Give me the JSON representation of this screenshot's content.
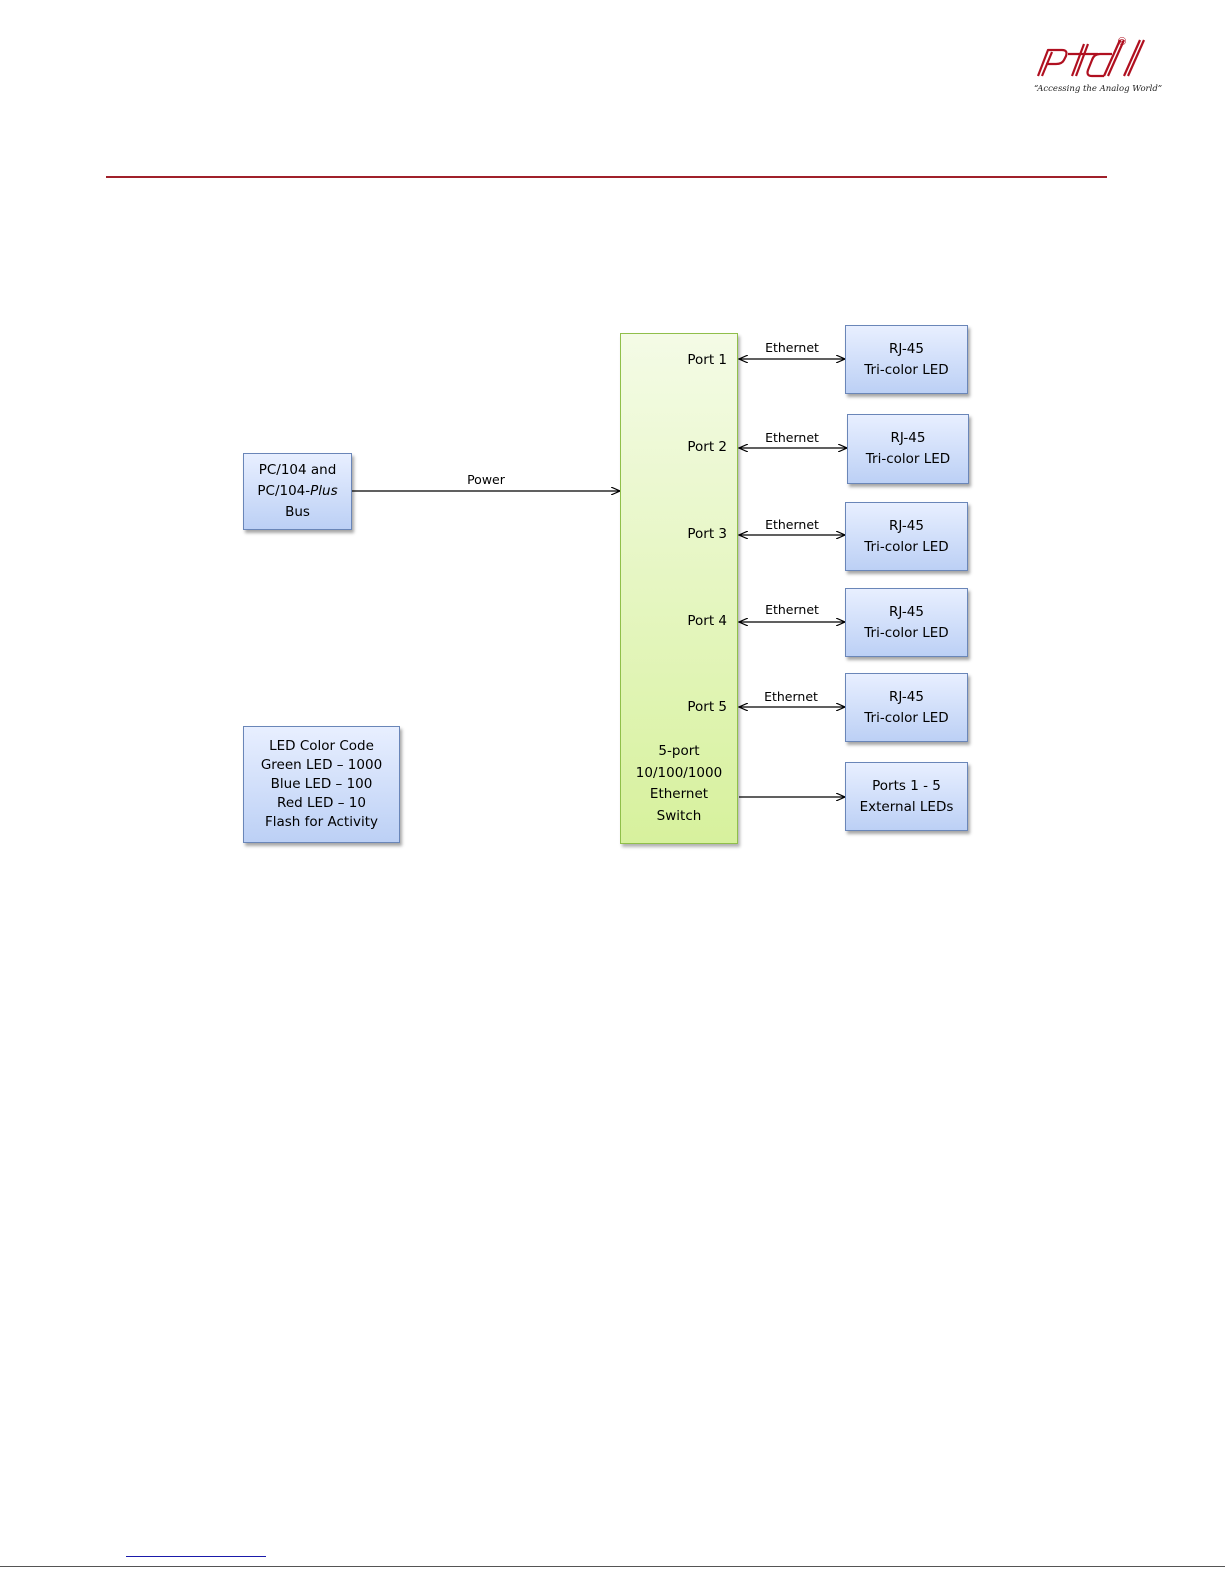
{
  "header": {
    "logo_text": "rtd",
    "registered_mark": "®",
    "tagline": "“Accessing the Analog World”"
  },
  "diagram": {
    "bus_box": {
      "line1": "PC/104 and",
      "line2_prefix": "PC/104-",
      "line2_italic": "Plus",
      "line3": "Bus"
    },
    "power_label": "Power",
    "switch": {
      "ports": [
        "Port 1",
        "Port 2",
        "Port 3",
        "Port 4",
        "Port 5"
      ],
      "name_lines": [
        "5-port",
        "10/100/1000",
        "Ethernet",
        "Switch"
      ]
    },
    "link_label": "Ethernet",
    "rj45_boxes": [
      {
        "line1": "RJ-45",
        "line2": "Tri-color LED"
      },
      {
        "line1": "RJ-45",
        "line2": "Tri-color LED"
      },
      {
        "line1": "RJ-45",
        "line2": "Tri-color LED"
      },
      {
        "line1": "RJ-45",
        "line2": "Tri-color LED"
      },
      {
        "line1": "RJ-45",
        "line2": "Tri-color LED"
      }
    ],
    "external_leds_box": {
      "line1": "Ports 1 - 5",
      "line2": "External LEDs"
    },
    "legend": {
      "lines": [
        "LED Color Code",
        "Green LED – 1000",
        "Blue LED – 100",
        "Red LED – 10",
        "Flash for Activity"
      ]
    }
  },
  "colors": {
    "rule": "#a0202a",
    "logo": "#b01020",
    "blue_box_border": "#6a86b8",
    "switch_border": "#90bf4a"
  }
}
